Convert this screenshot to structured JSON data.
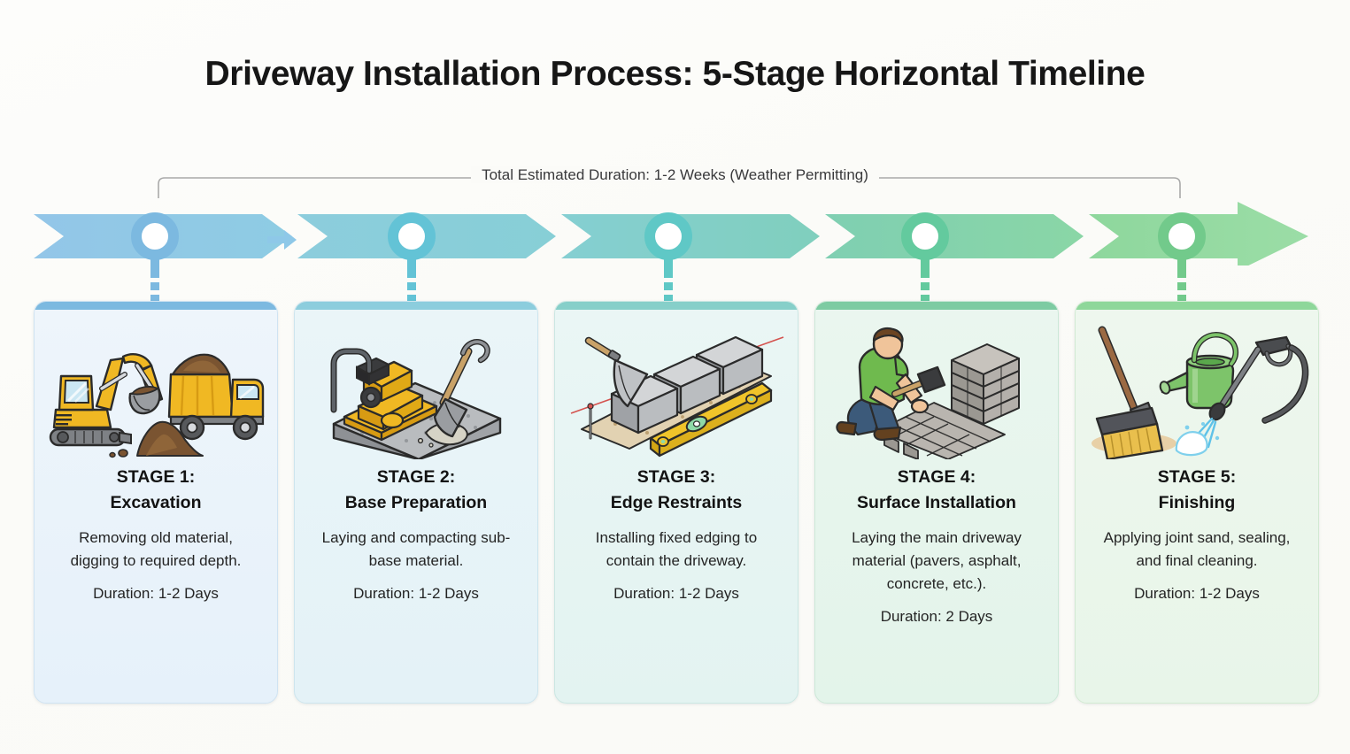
{
  "header": {
    "title": "Driveway Installation Process: 5-Stage Horizontal Timeline"
  },
  "summary": {
    "total_duration_label": "Total Estimated Duration: 1-2 Weeks (Weather Permitting)"
  },
  "theme": {
    "background": "#fbfbf8",
    "title_color": "#161616",
    "bracket_color": "#a8a8a8",
    "stage_colors": [
      "#7cb9e0",
      "#7fcbd8",
      "#86cfc9",
      "#7dcba2",
      "#8ed79a"
    ],
    "stage_band_colors": [
      "#93c6e8",
      "#8bcedd",
      "#83cfcd",
      "#7fcfaa",
      "#95dba4"
    ],
    "card_fill_top": [
      "#eef5fb",
      "#eaf5f8",
      "#eaf6f5",
      "#eaf6ef",
      "#eef7ee"
    ],
    "card_fill_bottom": [
      "#e8f2fa",
      "#e6f3f7",
      "#e6f4f3",
      "#e5f4ec",
      "#ebf6ec"
    ],
    "connector_arrow_color": "#8ec8e8"
  },
  "timeline": {
    "nodes": [
      {
        "name": "node-stage-1"
      },
      {
        "name": "node-stage-2"
      },
      {
        "name": "node-stage-3"
      },
      {
        "name": "node-stage-4"
      },
      {
        "name": "node-stage-5"
      }
    ]
  },
  "stages": [
    {
      "number": "STAGE 1:",
      "name": "Excavation",
      "title": "STAGE 1:\nExcavation",
      "description": "Removing old material, digging to required depth.",
      "duration": "Duration: 1-2 Days",
      "icon": "excavator-dumptruck-icon"
    },
    {
      "number": "STAGE 2:",
      "name": "Base Preparation",
      "title": "STAGE 2:\nBase Preparation",
      "description": "Laying and compacting sub-base material.",
      "duration": "Duration: 1-2 Days",
      "icon": "plate-compactor-shovel-icon"
    },
    {
      "number": "STAGE 3:",
      "name": "Edge Restraints",
      "title": "STAGE 3:\nEdge Restraints",
      "description": "Installing fixed edging to contain the driveway.",
      "duration": "Duration: 1-2 Days",
      "icon": "trowel-kerb-level-icon"
    },
    {
      "number": "STAGE 4:",
      "name": "Surface Installation",
      "title": "STAGE 4:\nSurface Installation",
      "description": "Laying the main driveway material (pavers, asphalt, concrete, etc.).",
      "duration": "Duration: 2 Days",
      "icon": "worker-laying-pavers-icon"
    },
    {
      "number": "STAGE 5:",
      "name": "Finishing",
      "title": "STAGE 5:\nFinishing",
      "description": "Applying joint sand, sealing, and final cleaning.",
      "duration": "Duration: 1-2 Days",
      "icon": "broom-wateringcan-pressurewasher-icon"
    }
  ]
}
